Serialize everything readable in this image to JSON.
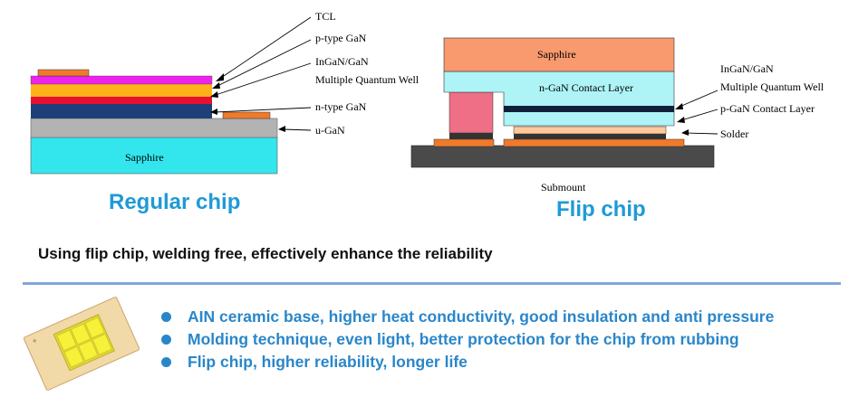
{
  "regular_chip": {
    "title": "Regular chip",
    "inner_label": "Sapphire",
    "callouts": {
      "tcl": "TCL",
      "p_type_gan": "p-type GaN",
      "ingan_gan": "InGaN/GaN",
      "mqw": "Multiple Quantum Well",
      "n_type_gan": "n-type GaN",
      "u_gan": "u-GaN"
    }
  },
  "flip_chip": {
    "title": "Flip chip",
    "sapphire_label": "Sapphire",
    "contact_label": "n-GaN Contact Layer",
    "submount_label": "Submount",
    "callouts": {
      "ingan_gan": "InGaN/GaN",
      "mqw": "Multiple Quantum Well",
      "p_gan_contact": "p-GaN Contact Layer",
      "solder": "Solder"
    }
  },
  "summary": "Using flip chip, welding free, effectively enhance the reliability",
  "features": [
    "AIN ceramic base, higher heat conductivity, good insulation and anti pressure",
    "Molding technique, even light,  better protection for the chip from rubbing",
    "Flip chip, higher reliability, longer life"
  ],
  "colors": {
    "accent": "#1f9ad6",
    "bullet": "#2a86c9",
    "divider": "#7ea6d8",
    "sapphire_regular": "#33e6ee",
    "u_gan": "#b3b3b3",
    "n_gan": "#1f3f7a",
    "mqw": "#e8102e",
    "p_gan": "#ffb21a",
    "tcl": "#ee22ee",
    "electrode": "#f07a2a",
    "sapphire_flip": "#f89a6e",
    "contact_layer": "#aef3f6",
    "submount": "#4a4a4a",
    "bump": "#ee6f86",
    "chip_yellow": "#f6f23a",
    "ceramic": "#f1d9a8"
  }
}
